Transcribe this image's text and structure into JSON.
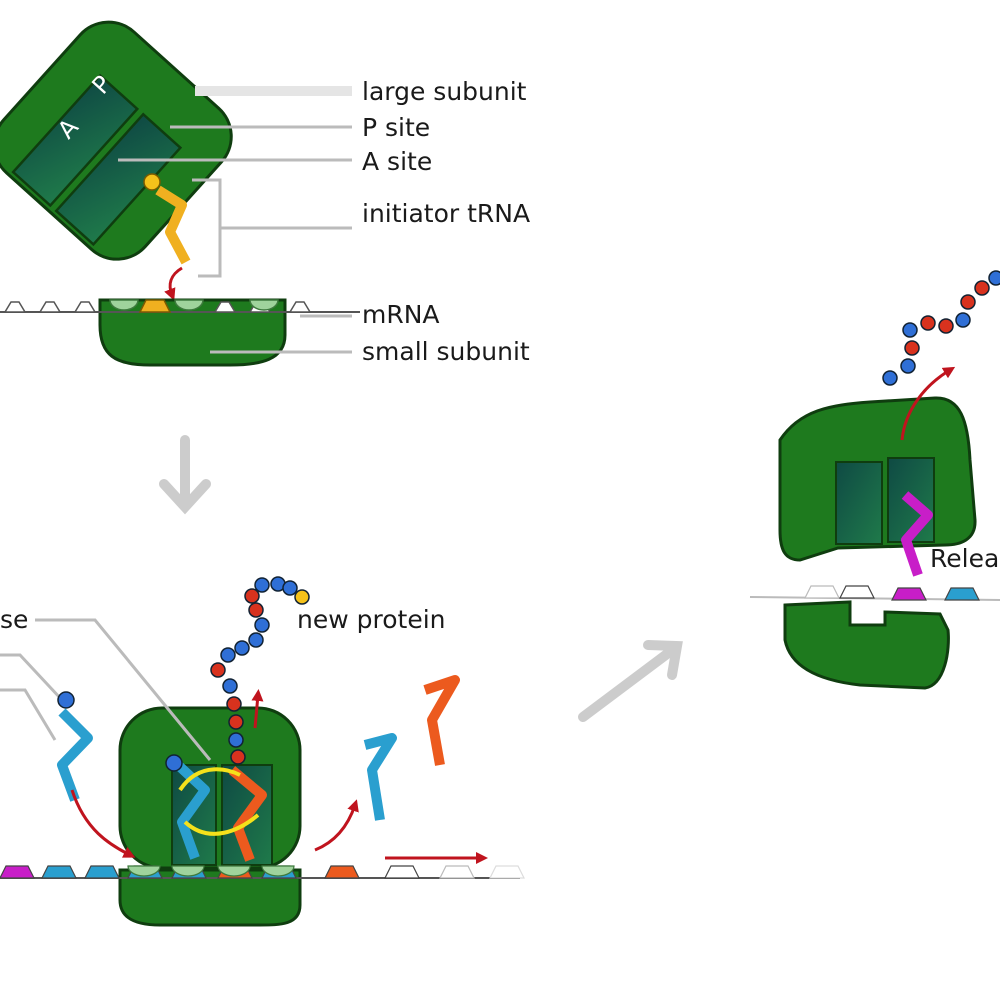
{
  "diagram": {
    "labels": {
      "large_subunit": "large subunit",
      "p_site": "P site",
      "a_site": "A site",
      "initiator_trna": "initiator tRNA",
      "mrna": "mRNA",
      "small_subunit": "small subunit",
      "new_protein": "new protein",
      "partial_left": "se",
      "partial_release": "Relea"
    },
    "subunit_glyphs": {
      "a": "A",
      "p": "P"
    },
    "colors": {
      "ribosome": "#1e7a1e",
      "site": "#134f46",
      "initiator_trna": "#f0b020",
      "trna_blue": "#2a9fcf",
      "trna_orange": "#ec5a1e",
      "trna_magenta": "#c81ec8",
      "amino_blue": "#2f6fd6",
      "amino_red": "#d8321e",
      "amino_yellow": "#f5c21b",
      "codon_green": "#9fd39c",
      "arrow_red": "#c0141e",
      "arrow_grey": "#cccccc"
    }
  }
}
